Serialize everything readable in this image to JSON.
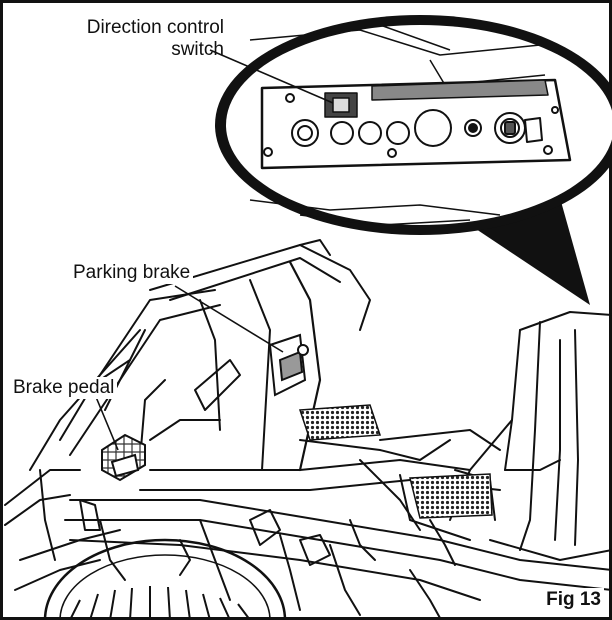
{
  "labels": {
    "direction_control_switch_line1": "Direction control",
    "direction_control_switch_line2": "switch",
    "parking_brake": "Parking brake",
    "brake_pedal": "Brake pedal",
    "figure_number": "Fig 13"
  },
  "colors": {
    "ink": "#111111",
    "background": "#ffffff",
    "shade": "#6a6a6a"
  }
}
